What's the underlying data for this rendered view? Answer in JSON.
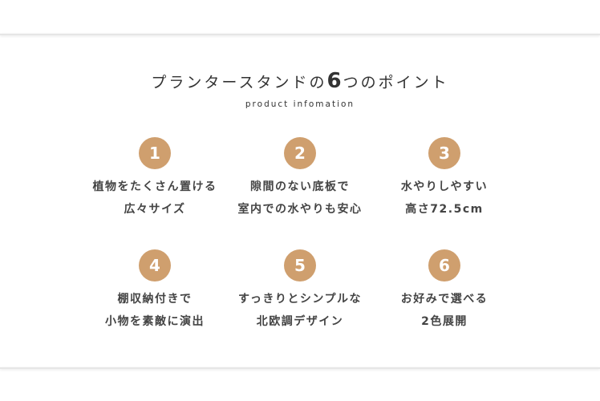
{
  "heading": {
    "before": "プランタースタンドの",
    "number": "6",
    "after": "つのポイント"
  },
  "subheading": "product infomation",
  "accent": "#cf9f6e",
  "points": [
    {
      "num": "1",
      "lines": [
        "植物をたくさん置ける",
        "広々サイズ"
      ]
    },
    {
      "num": "2",
      "lines": [
        "隙間のない底板で",
        "室内での水やりも安心"
      ]
    },
    {
      "num": "3",
      "lines": [
        "水やりしやすい",
        "高さ72.5cm"
      ]
    },
    {
      "num": "4",
      "lines": [
        "棚収納付きで",
        "小物を素敵に演出"
      ]
    },
    {
      "num": "5",
      "lines": [
        "すっきりとシンプルな",
        "北欧調デザイン"
      ]
    },
    {
      "num": "6",
      "lines": [
        "お好みで選べる",
        "2色展開"
      ]
    }
  ]
}
